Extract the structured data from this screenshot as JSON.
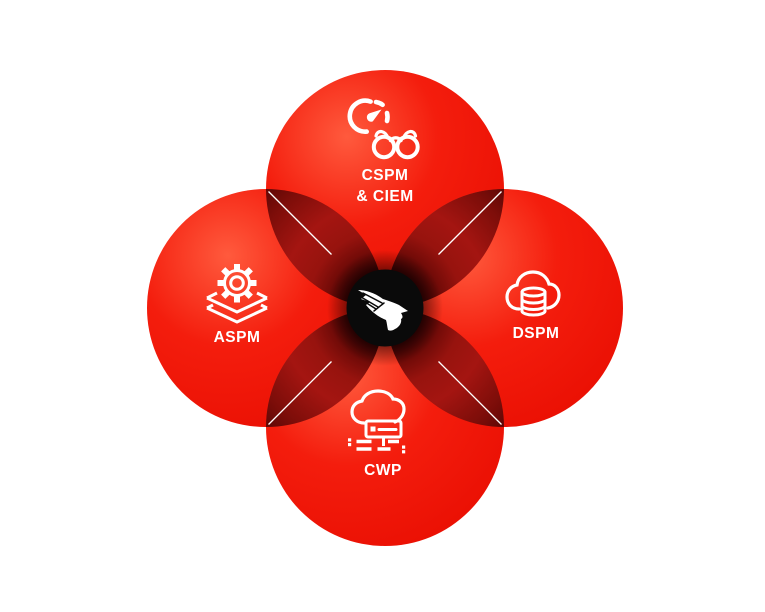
{
  "diagram": {
    "name": "cloud-security-posture-venn",
    "background": "#ffffff",
    "colors": {
      "circle_red": "#f41d0d",
      "circle_highlight": "#ff5a3d",
      "circle_edge": "#e90e02",
      "overlap_dark_red": "#a41511",
      "overlap_deep_red": "#5a0605",
      "center_black": "#0a0a0a",
      "text_white": "#ffffff",
      "accent_line": "#ffffff"
    },
    "center": {
      "logo": "crowdstrike-falcon-logo"
    },
    "top": {
      "line1": "CSPM",
      "line2": "& CIEM",
      "icon": "gauge-binoculars-icon"
    },
    "right": {
      "label": "DSPM",
      "icon": "cloud-database-icon"
    },
    "bottom": {
      "label": "CWP",
      "icon": "cloud-workload-icon"
    },
    "left": {
      "label": "ASPM",
      "icon": "gear-layers-icon"
    }
  }
}
